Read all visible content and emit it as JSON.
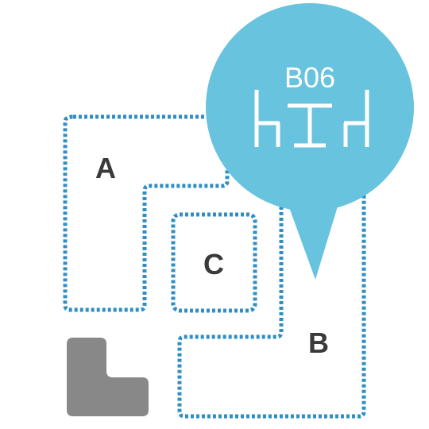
{
  "zones": {
    "a": {
      "label": "A"
    },
    "b": {
      "label": "B"
    },
    "c": {
      "label": "C"
    }
  },
  "pin": {
    "code": "B06",
    "icon": "desk-with-chairs-icon"
  },
  "colors": {
    "outline": "#2f8fc4",
    "pin": "#67c3de",
    "label": "#3a3a3a",
    "pin_text": "#ffffff",
    "entrance": "#888888"
  }
}
